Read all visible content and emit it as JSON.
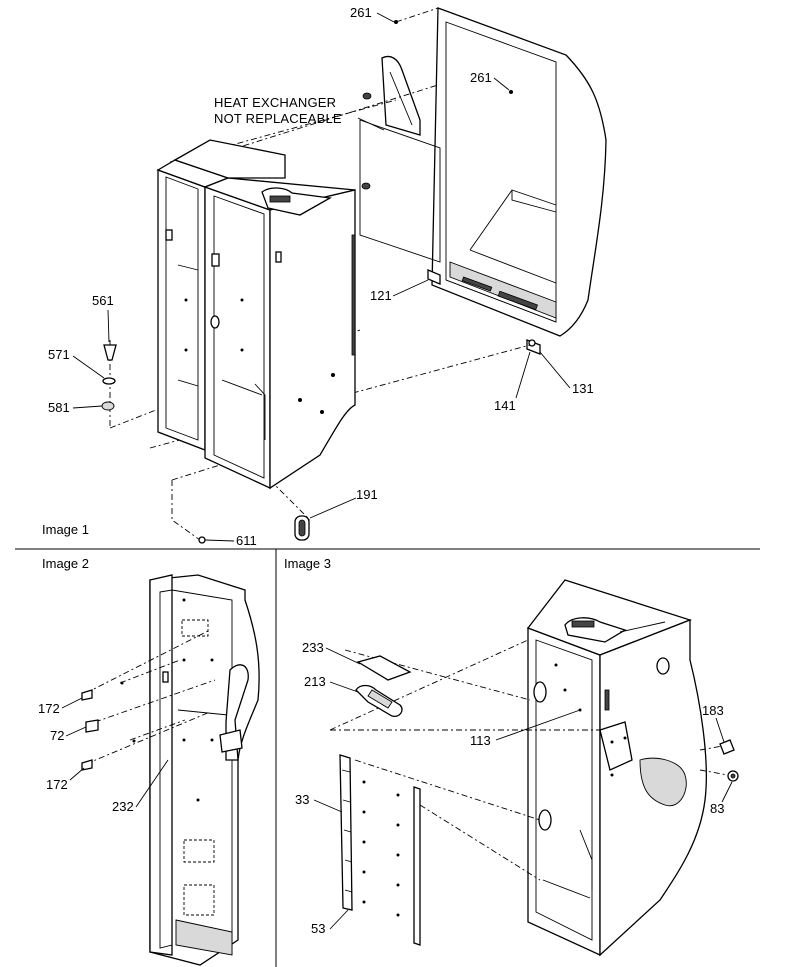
{
  "sections": [
    {
      "id": "image1",
      "label": "Image 1"
    },
    {
      "id": "image2",
      "label": "Image 2"
    },
    {
      "id": "image3",
      "label": "Image 3"
    }
  ],
  "note": {
    "line1": "HEAT EXCHANGER",
    "line2": "NOT REPLACEABLE"
  },
  "callouts": {
    "c261a": "261",
    "c261b": "261",
    "c121": "121",
    "c131": "131",
    "c141": "141",
    "c561": "561",
    "c571": "571",
    "c581": "581",
    "c611": "611",
    "c191": "191",
    "c172a": "172",
    "c72": "72",
    "c172b": "172",
    "c232": "232",
    "c233": "233",
    "c213": "213",
    "c113": "113",
    "c183": "183",
    "c83": "83",
    "c33": "33",
    "c53": "53"
  }
}
